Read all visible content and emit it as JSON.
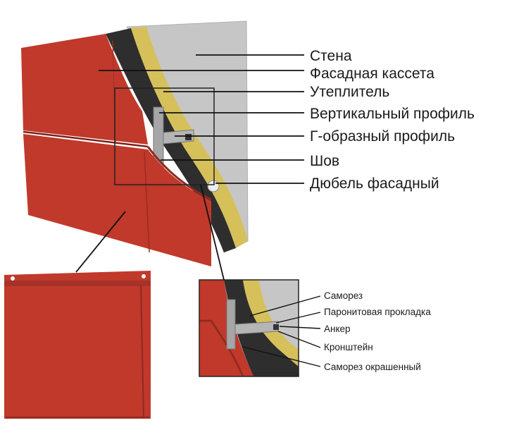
{
  "colors": {
    "cassette": "#c0392b",
    "cassette_dark": "#9e2a20",
    "wall": "#c9c9c9",
    "insulation": "#d8c25a",
    "membrane": "#2f2f2f",
    "profile": "#a9a9a9"
  },
  "labels": {
    "main": [
      "Стена",
      "Фасадная кассета",
      "Утеплитель",
      "Вертикальный профиль",
      "Г-образный профиль",
      "Шов",
      "Дюбель фасадный"
    ],
    "detail": [
      "Саморез",
      "Паронитовая прокладка",
      "Анкер",
      "Кронштейн",
      "Саморез окрашенный"
    ]
  }
}
